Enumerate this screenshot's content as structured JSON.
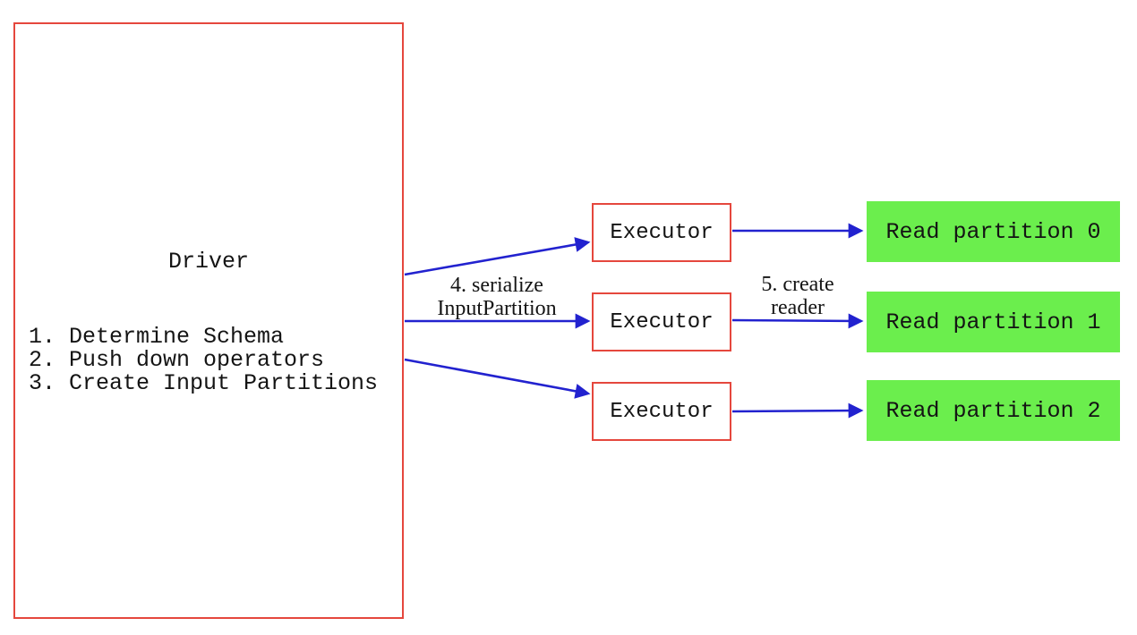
{
  "diagram": {
    "driver": {
      "title": "Driver",
      "steps": [
        "1. Determine Schema",
        "2. Push down operators",
        "3. Create Input Partitions"
      ]
    },
    "executors": [
      {
        "label": "Executor"
      },
      {
        "label": "Executor"
      },
      {
        "label": "Executor"
      }
    ],
    "partitions": [
      {
        "label": "Read partition 0"
      },
      {
        "label": "Read partition 1"
      },
      {
        "label": "Read partition 2"
      }
    ],
    "edge_labels": {
      "serialize": {
        "line1": "4. serialize",
        "line2": "InputPartition"
      },
      "create_reader": {
        "line1": "5. create",
        "line2": "reader"
      }
    },
    "colors": {
      "box_border": "#e5473d",
      "arrow": "#2222cf",
      "partition_fill": "#6bee4d",
      "text": "#141414",
      "canvas_bg": "#ffffff"
    }
  }
}
